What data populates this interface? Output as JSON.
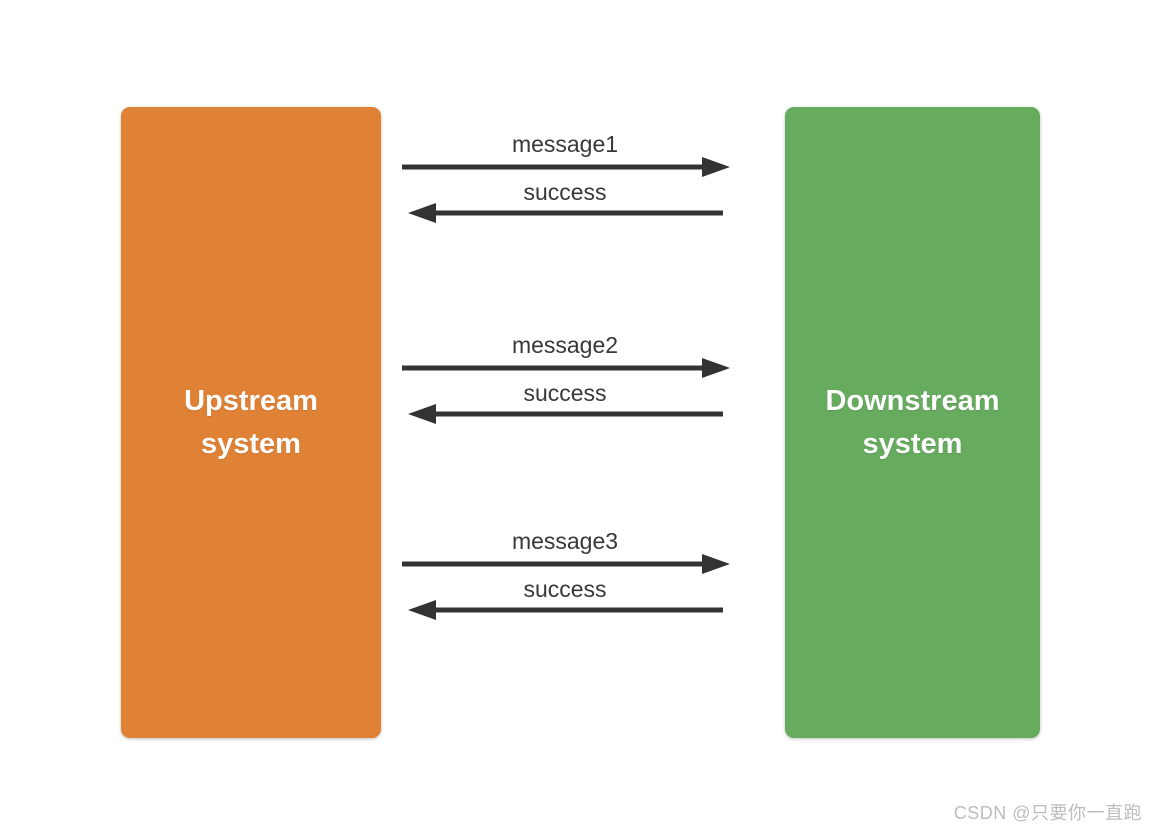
{
  "diagram": {
    "background_color": "#ffffff",
    "arrow_color": "#333333",
    "label_text_color": "#383838",
    "nodes": [
      {
        "id": "upstream",
        "label": "Upstream system",
        "color": "#e08236",
        "text_color": "#ffffff"
      },
      {
        "id": "downstream",
        "label": "Downstream system",
        "color": "#67ab5f",
        "text_color": "#ffffff"
      }
    ],
    "messages": [
      {
        "request": "message1",
        "response": "success"
      },
      {
        "request": "message2",
        "response": "success"
      },
      {
        "request": "message3",
        "response": "success"
      }
    ]
  },
  "watermark": {
    "text": "CSDN @只要你一直跑",
    "color": "#bcbcbc"
  }
}
